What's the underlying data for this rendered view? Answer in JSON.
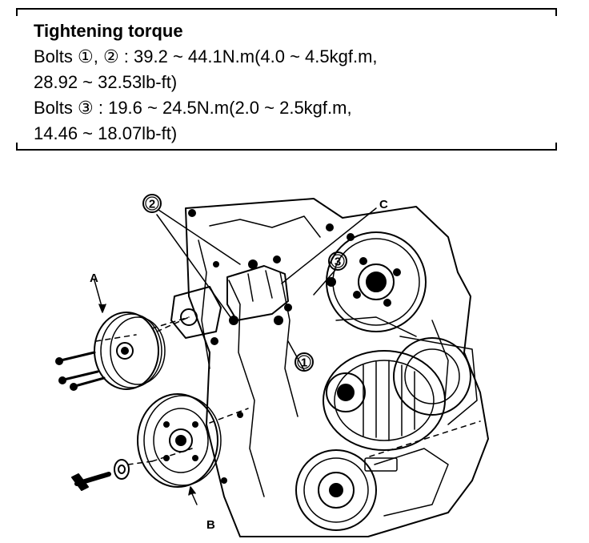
{
  "spec": {
    "title": "Tightening torque",
    "line1": "Bolts ①, ② : 39.2 ~ 44.1N.m(4.0 ~ 4.5kgf.m,",
    "line2": "28.92 ~ 32.53lb-ft)",
    "line3": "Bolts ③ : 19.6 ~ 24.5N.m(2.0 ~ 2.5kgf.m,",
    "line4": "14.46 ~ 18.07lb-ft)"
  },
  "diagram": {
    "labels": {
      "a": "A",
      "b": "B",
      "c": "C",
      "callout1": "1",
      "callout2": "2",
      "callout3": "3"
    }
  }
}
